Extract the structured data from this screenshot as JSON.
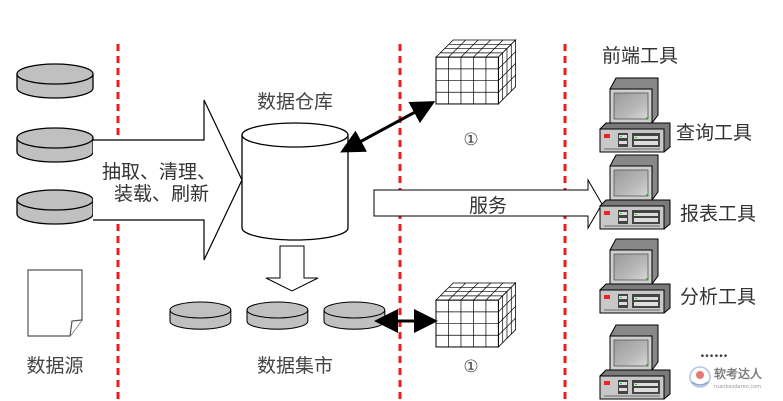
{
  "diagram": {
    "title": "",
    "sections": {
      "data_source": {
        "label": "数据源",
        "database_count": 3,
        "has_document": true
      },
      "etl": {
        "line1": "抽取、清理、",
        "line2": "装载、刷新"
      },
      "data_warehouse": {
        "label": "数据仓库"
      },
      "data_mart": {
        "label": "数据集市",
        "database_count": 3
      },
      "olap": {
        "cube_top_label": "①",
        "cube_bottom_label": "①"
      },
      "service": {
        "label": "服务"
      },
      "frontend": {
        "title": "前端工具",
        "tools": [
          {
            "label": "查询工具"
          },
          {
            "label": "报表工具"
          },
          {
            "label": "分析工具"
          },
          {
            "label": "……"
          }
        ]
      }
    },
    "watermark": {
      "name": "软考达人",
      "url": "ruankaodaren.com"
    },
    "colors": {
      "divider": "#ee1c1c",
      "db_fill": "#c0c0c0",
      "stroke": "#000000",
      "text": "#444444"
    }
  }
}
